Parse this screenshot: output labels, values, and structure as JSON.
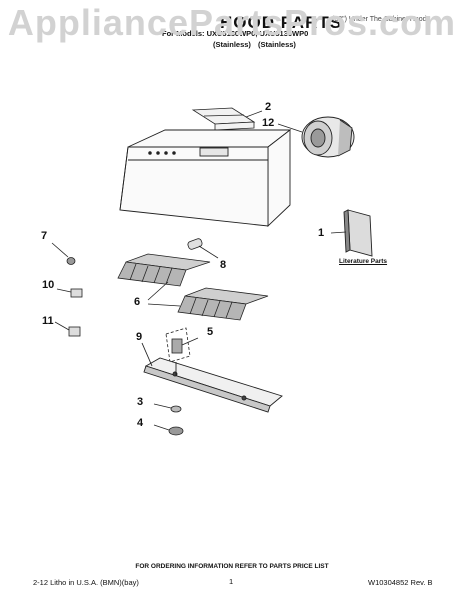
{
  "watermark": "AppliancePartsPros.com",
  "header": {
    "title": "HOOD PARTS",
    "right_note": "(30\") Under The Cabinet Hood",
    "models": "For Models: UXU5130WP0, UXU5136WP0",
    "variant_1": "(Stainless)",
    "variant_2": "(Stainless)"
  },
  "callouts": {
    "c1": "1",
    "c2": "2",
    "c3": "3",
    "c4": "4",
    "c5": "5",
    "c6": "6",
    "c7": "7",
    "c8": "8",
    "c9": "9",
    "c10": "10",
    "c11": "11",
    "c12": "12"
  },
  "literature_label": "Literature Parts",
  "footer": {
    "ordering_note": "FOR ORDERING INFORMATION REFER TO PARTS PRICE LIST",
    "print_info": "2-12 Litho in U.S.A. (BMN)(bay)",
    "page_number": "1",
    "doc_number": "W10304852 Rev. B"
  }
}
